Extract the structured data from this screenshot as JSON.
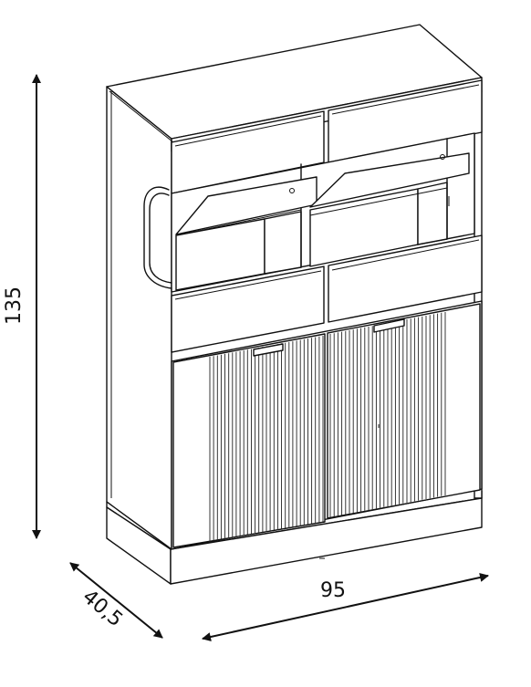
{
  "dimensions": {
    "height": "135",
    "width": "95",
    "depth": "40,5"
  },
  "colors": {
    "line": "#111111",
    "background": "#ffffff"
  }
}
